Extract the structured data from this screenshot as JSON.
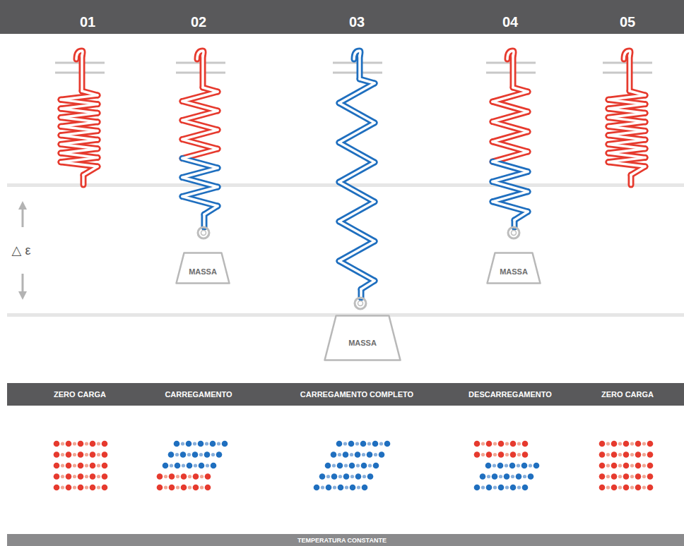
{
  "diagram": {
    "nodes": [
      {
        "text": [
          "MASSA"
        ]
      },
      {
        "text": [
          "MASSA"
        ]
      },
      {
        "text": [
          "MASSA"
        ]
      }
    ],
    "labels": [
      "01",
      "02",
      "03",
      "04",
      "05",
      "ZERO CARGA",
      "CARREGAMENTO",
      "CARREGAMENTO COMPLETO",
      "DESCARREGAMENTO",
      "ZERO CARGA",
      "△ ε",
      "TEMPERATURA CONSTANTE"
    ]
  }
}
